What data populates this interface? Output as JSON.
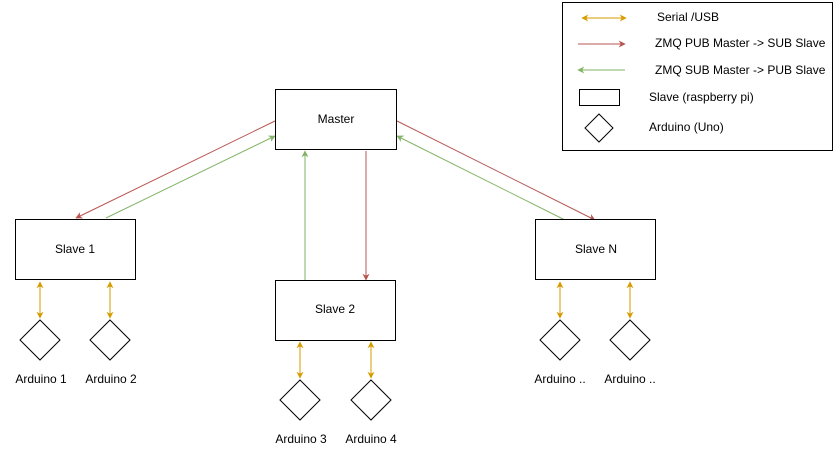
{
  "colors": {
    "serial": "#d79b00",
    "pub": "#b85450",
    "sub": "#82b366",
    "stroke": "#000000",
    "background": "#ffffff"
  },
  "nodes": {
    "master": "Master",
    "slave1": "Slave 1",
    "slave2": "Slave 2",
    "slaveN": "Slave N"
  },
  "arduinos": {
    "a1": "Arduino 1",
    "a2": "Arduino 2",
    "a3": "Arduino 3",
    "a4": "Arduino 4",
    "a5": "Arduino ..",
    "a6": "Arduino .."
  },
  "legend": {
    "serial": "Serial /USB",
    "pub": "ZMQ PUB Master -> SUB Slave",
    "sub": "ZMQ SUB Master -> PUB Slave",
    "slave": "Slave (raspberry pi)",
    "arduino": "Arduino (Uno)"
  }
}
